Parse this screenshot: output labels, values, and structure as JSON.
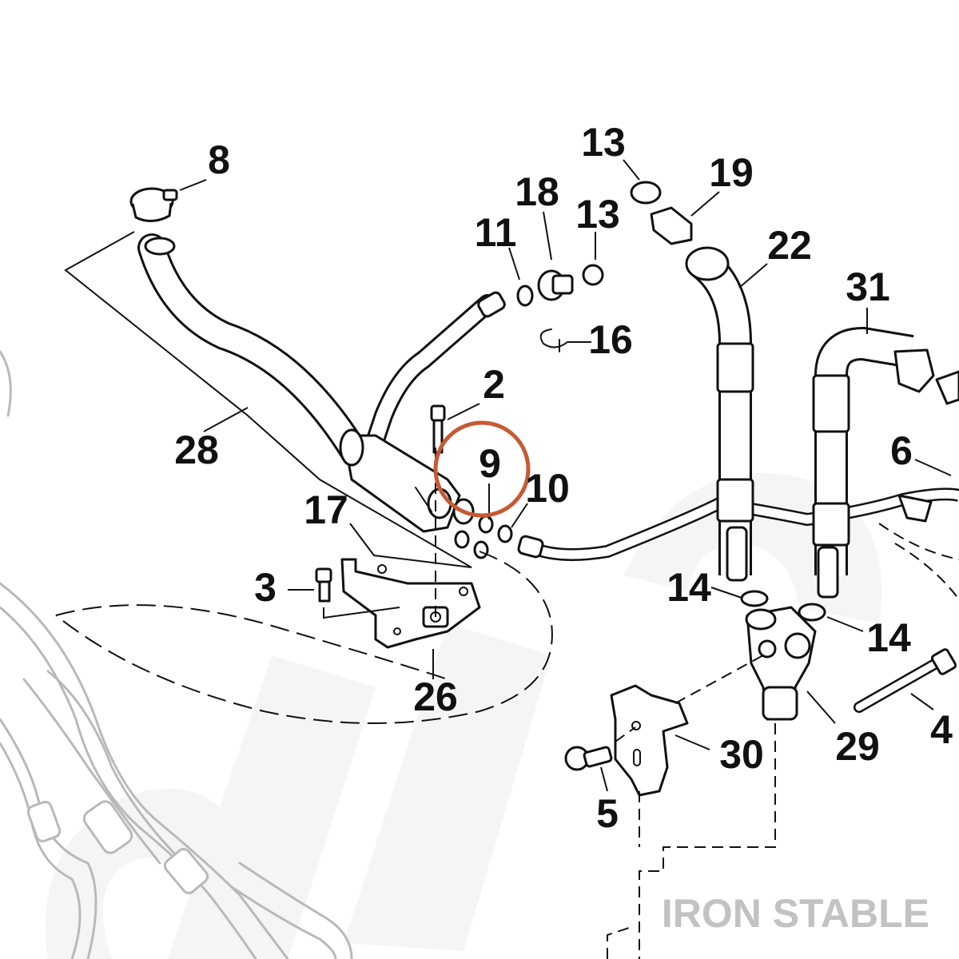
{
  "diagram": {
    "callouts": [
      {
        "id": "8",
        "text": "8"
      },
      {
        "id": "13a",
        "text": "13"
      },
      {
        "id": "19",
        "text": "19"
      },
      {
        "id": "18",
        "text": "18"
      },
      {
        "id": "13b",
        "text": "13"
      },
      {
        "id": "11",
        "text": "11"
      },
      {
        "id": "22",
        "text": "22"
      },
      {
        "id": "31",
        "text": "31"
      },
      {
        "id": "16",
        "text": "16"
      },
      {
        "id": "2",
        "text": "2"
      },
      {
        "id": "28",
        "text": "28"
      },
      {
        "id": "9",
        "text": "9"
      },
      {
        "id": "10",
        "text": "10"
      },
      {
        "id": "6",
        "text": "6"
      },
      {
        "id": "17",
        "text": "17"
      },
      {
        "id": "3",
        "text": "3"
      },
      {
        "id": "14a",
        "text": "14"
      },
      {
        "id": "14b",
        "text": "14"
      },
      {
        "id": "26",
        "text": "26"
      },
      {
        "id": "30",
        "text": "30"
      },
      {
        "id": "29",
        "text": "29"
      },
      {
        "id": "4",
        "text": "4"
      },
      {
        "id": "5",
        "text": "5"
      }
    ],
    "highlight": {
      "part": "9",
      "color": "#c65a34"
    },
    "watermark_brand": "IRON STABLE",
    "brand_color": "#c2c2c2",
    "watermark_color": "#f0f0f0"
  }
}
